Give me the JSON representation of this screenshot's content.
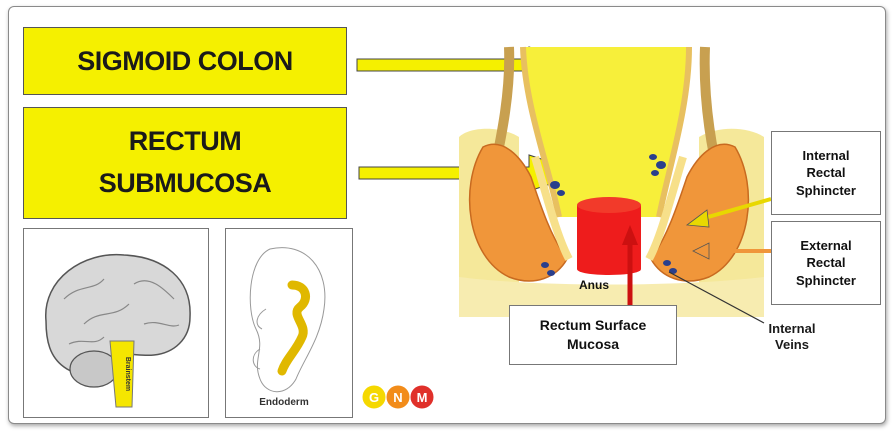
{
  "boxes": {
    "sigmoid_colon": "SIGMOID COLON",
    "rectum_line1": "RECTUM",
    "rectum_line2": "SUBMUCOSA"
  },
  "labels": {
    "anus": "Anus",
    "internal_sphincter": [
      "Internal",
      "Rectal",
      "Sphincter"
    ],
    "external_sphincter": [
      "External",
      "Rectal",
      "Sphincter"
    ],
    "surface_mucosa": [
      "Rectum Surface",
      "Mucosa"
    ],
    "internal_veins": [
      "Internal",
      "Veins"
    ]
  },
  "thumbnails": {
    "brain_label": "Brainstem",
    "embryo_label": "Endoderm"
  },
  "logo": {
    "letters": [
      "G",
      "N",
      "M"
    ],
    "colors": [
      "#f5d800",
      "#f28c1a",
      "#e0302a"
    ]
  },
  "colors": {
    "yellow_box": "#f5f000",
    "tissue_yellow": "#f5e23a",
    "muscle_orange": "#f0963a",
    "mucosa_red": "#ee1c1c",
    "vein_blue": "#2a3f8c"
  }
}
